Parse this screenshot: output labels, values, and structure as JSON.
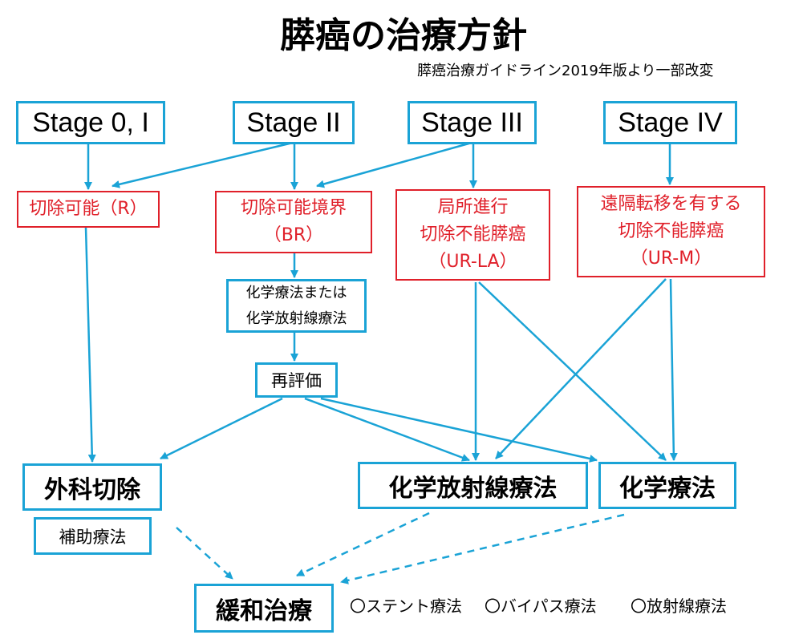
{
  "title": "膵癌の治療方針",
  "subtitle": "膵癌治療ガイドライン2019年版より一部改変",
  "stages": [
    "Stage 0, I",
    "Stage II",
    "Stage III",
    "Stage IV"
  ],
  "resectability": {
    "r": "切除可能（R）",
    "br": "切除可能境界\n（BR）",
    "ur_la": "局所進行\n切除不能膵癌\n（UR-LA）",
    "ur_m": "遠隔転移を有する\n切除不能膵癌\n（UR-M）"
  },
  "chemo_or_chemorad": "化学療法または\n化学放射線療法",
  "reevaluation": "再評価",
  "treatments": {
    "surgery": "外科切除",
    "adjuvant": "補助療法",
    "chemoradiation": "化学放射線療法",
    "chemotherapy": "化学療法",
    "palliative": "緩和治療"
  },
  "palliative_options": [
    "〇ステント療法",
    "〇バイパス療法",
    "〇放射線療法"
  ],
  "colors": {
    "accent": "#1AA3D6",
    "red": "#E0202A"
  }
}
